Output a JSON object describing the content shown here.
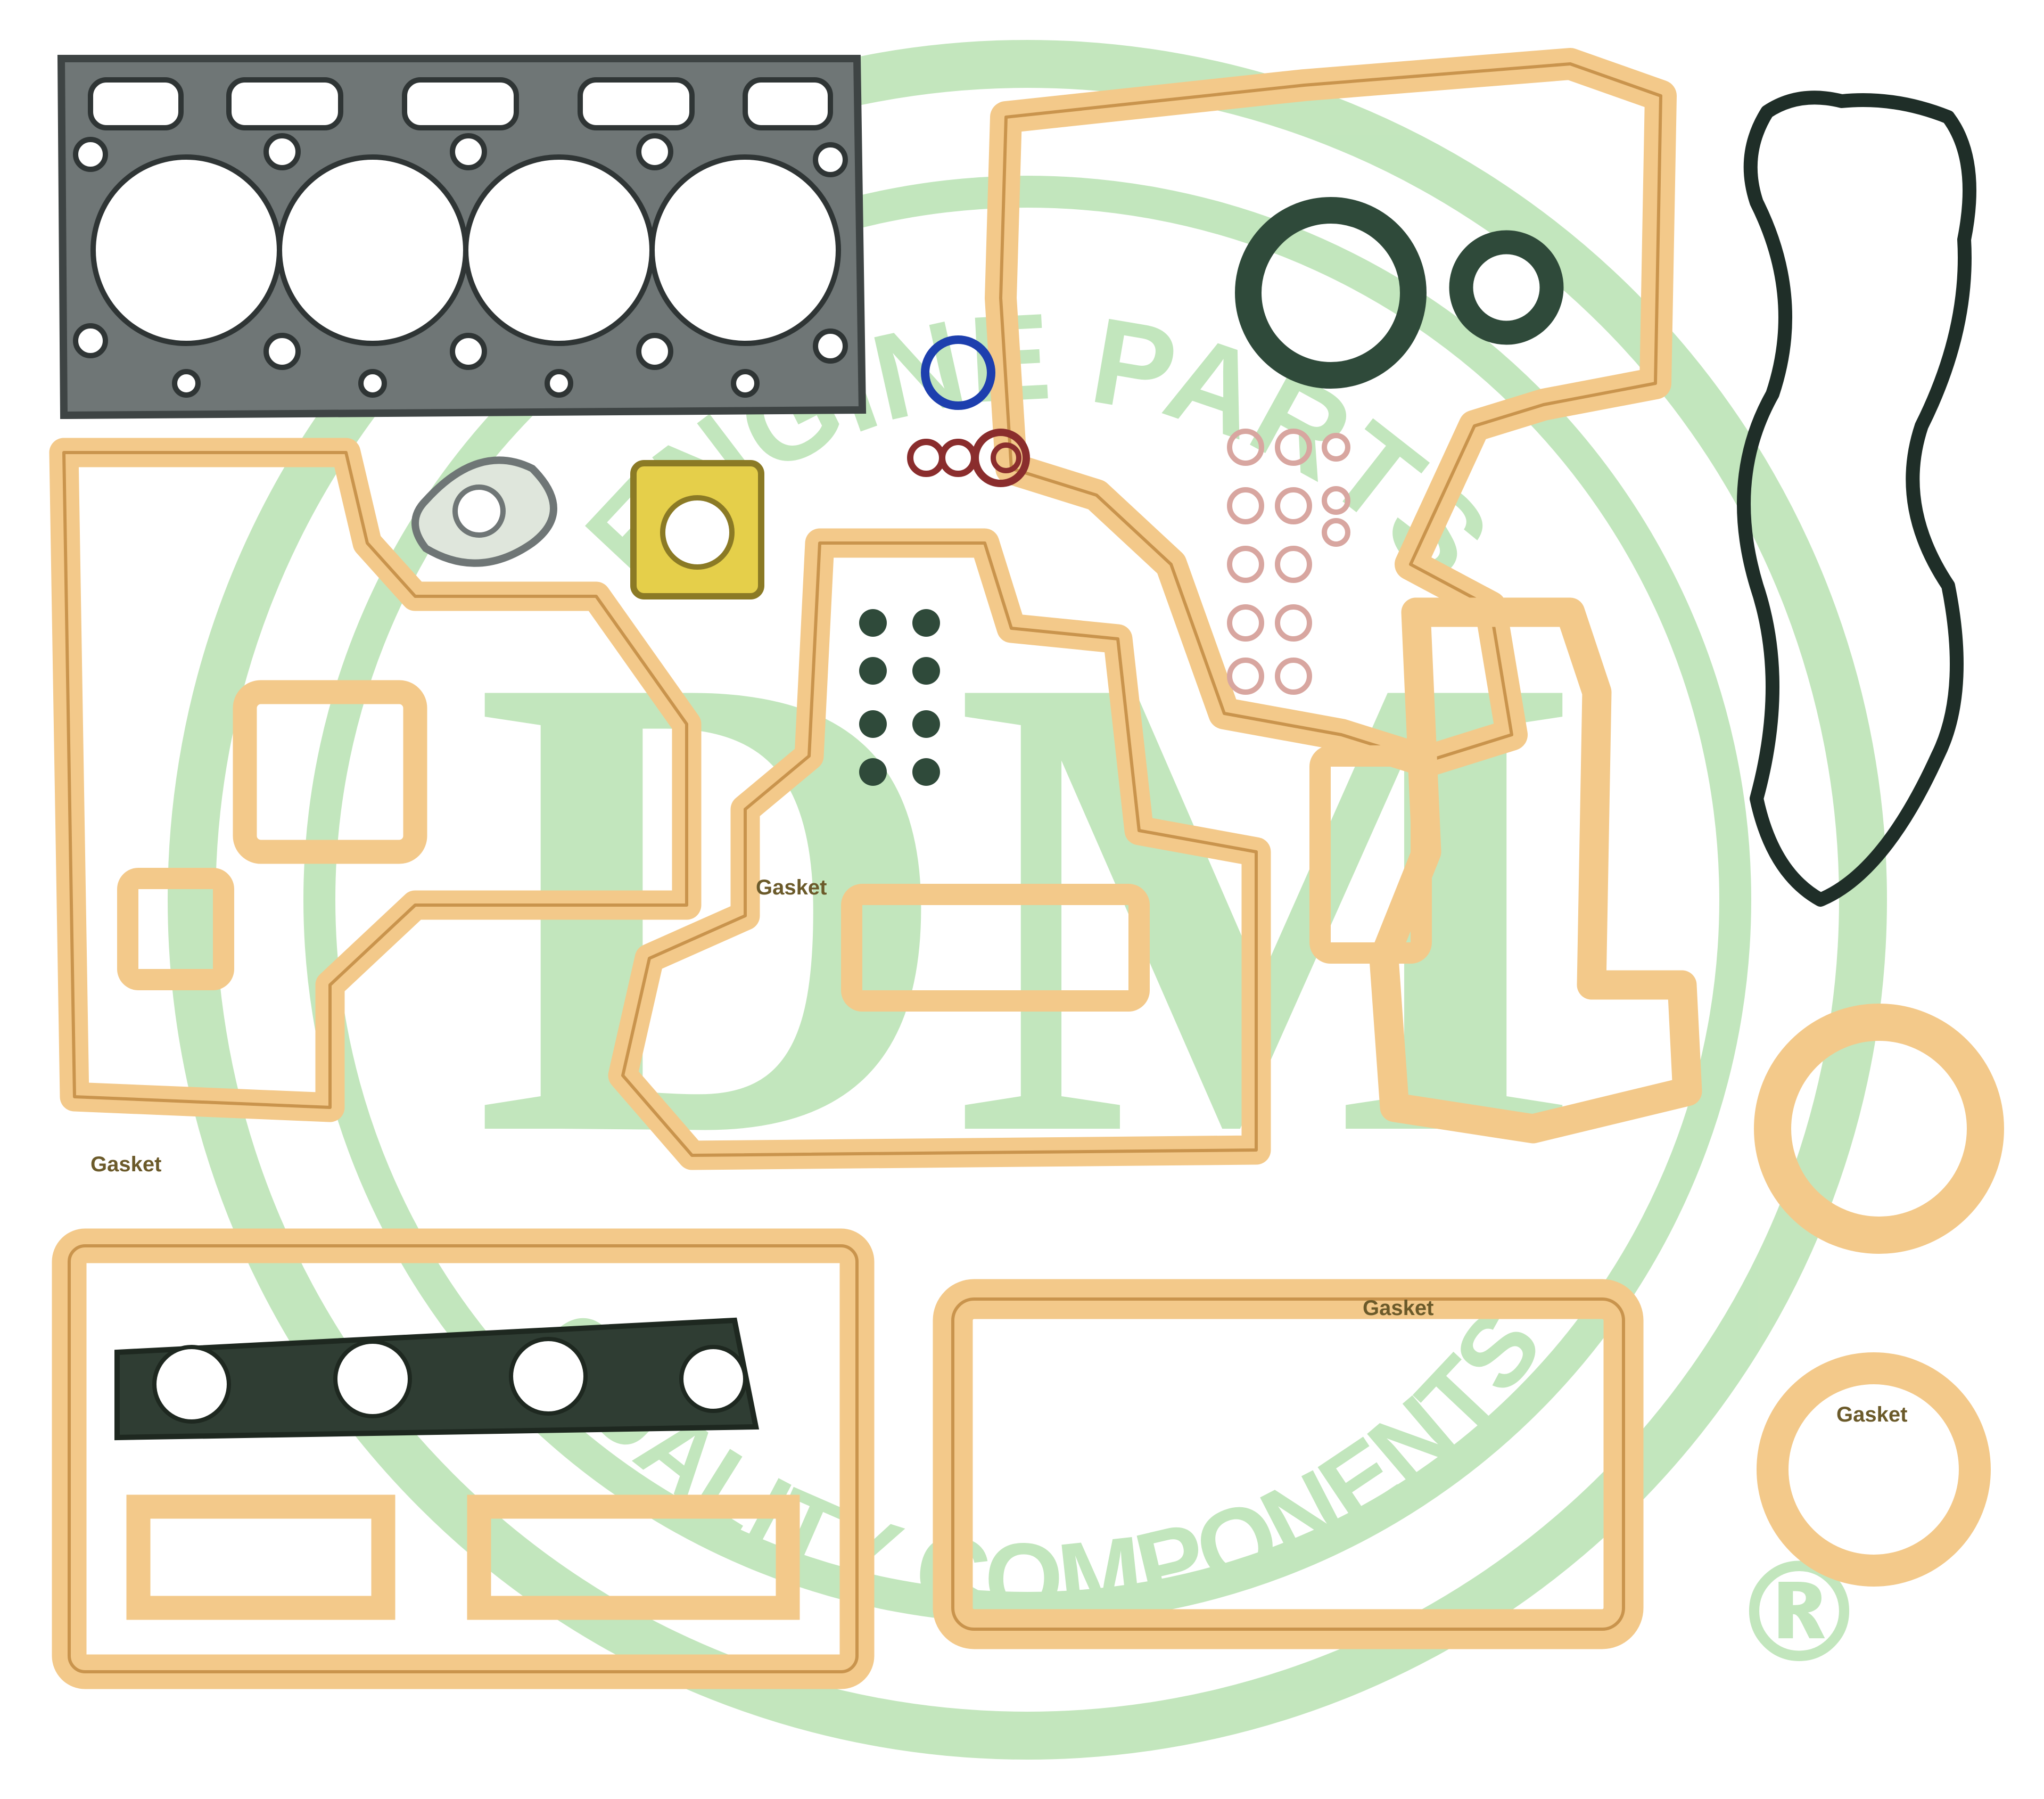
{
  "watermark": {
    "monogram": "DM",
    "arc_top": "ENGINE PARTS",
    "arc_bottom": "QUALITY COMPONENTS",
    "registered_mark": "®",
    "color": "#b8e2b2"
  },
  "colors": {
    "gasket_fill": "#f3c98a",
    "gasket_edge": "#c9944d",
    "head_gasket": "#6f7676",
    "seal_dark": "#2f4a3a",
    "oring_blue": "#1d3fae",
    "oring_red": "#8a2d2d",
    "background": "#ffffff"
  },
  "product": {
    "gasket_print": "Gasket"
  }
}
